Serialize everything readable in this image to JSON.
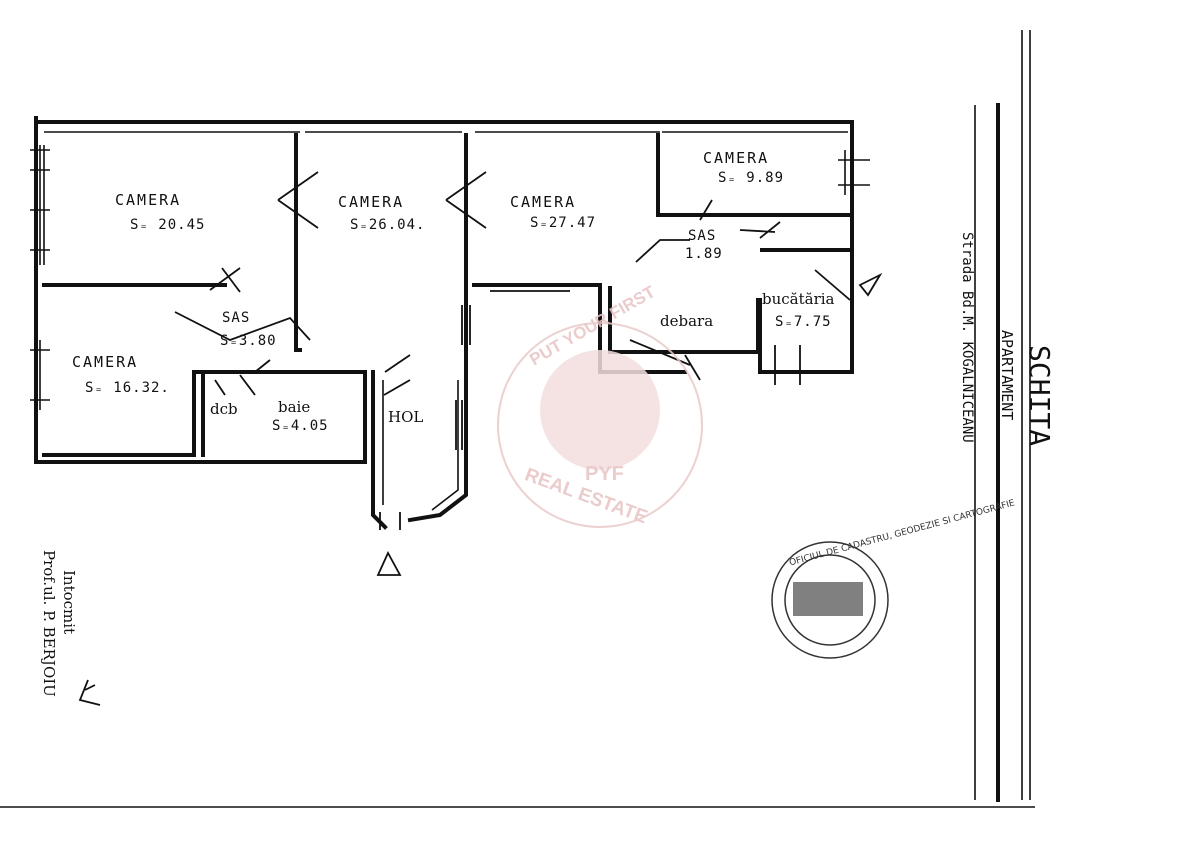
{
  "title": "SCHITA",
  "subtitle": "APARTAMENT",
  "street": "Strada Bd.M. KOGALNICEANU",
  "rooms": [
    {
      "name": "CAMERA",
      "area": "S₌ 20.45"
    },
    {
      "name": "CAMERA",
      "area": "S₌26.04."
    },
    {
      "name": "CAMERA",
      "area": "S₌27.47"
    },
    {
      "name": "CAMERA",
      "area": "S₌ 9.89"
    },
    {
      "name": "SAS",
      "area": "1.89"
    },
    {
      "name": "debara",
      "area": ""
    },
    {
      "name": "bucătăria",
      "area": "S₌7.75"
    },
    {
      "name": "SAS",
      "area": "S₌3.80"
    },
    {
      "name": "CAMERA",
      "area": "S₌ 16.32."
    },
    {
      "name": "dcb",
      "area": ""
    },
    {
      "name": "baie",
      "area": "S₌4.05"
    },
    {
      "name": "HOL",
      "area": ""
    }
  ],
  "footer": {
    "drawn_by": "Intocmit",
    "engineer": "Prof.ul. P. BERJOIU"
  },
  "stamp": {
    "text": "OFICIUL DE CADASTRU, GEODEZIE SI CARTOGRAFIE"
  },
  "watermark": {
    "top": "PUT YOUR FIRST",
    "center": "PYF",
    "bottom": "REAL ESTATE"
  }
}
